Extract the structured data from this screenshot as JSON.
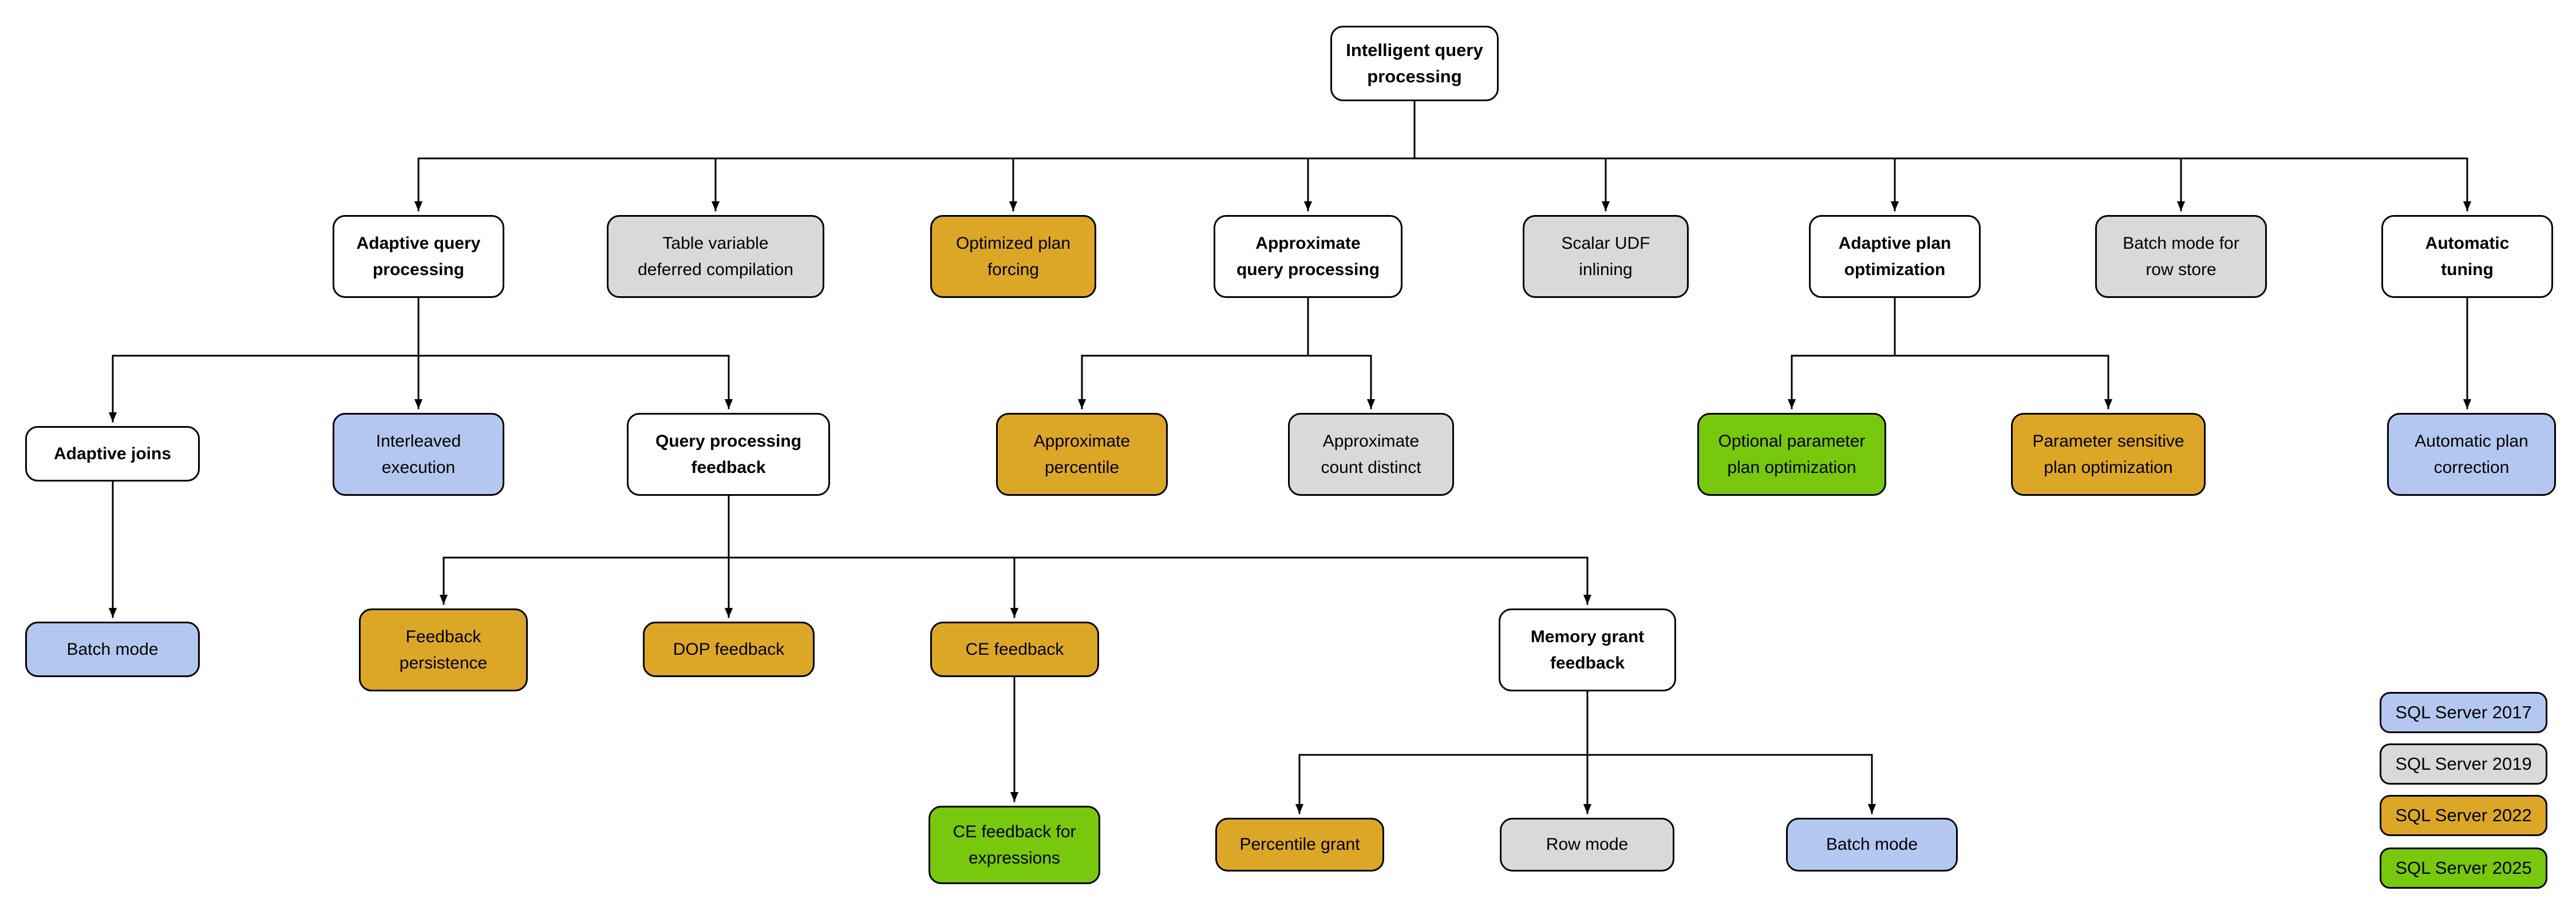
{
  "diagram_title": "Intelligent query processing",
  "version_colors": {
    "sql_server_2017": "#b4c7f0",
    "sql_server_2019": "#d9d9d9",
    "sql_server_2022": "#dca627",
    "sql_server_2025": "#78c80d",
    "none": "#ffffff"
  },
  "nodes": {
    "root": {
      "label": "Intelligent query\nprocessing",
      "version": null,
      "color": "#ffffff"
    },
    "adaptive_query_processing": {
      "label": "Adaptive query\nprocessing",
      "version": null,
      "color": "#ffffff"
    },
    "table_variable": {
      "label": "Table variable\ndeferred compilation",
      "version": "2019",
      "color": "#d9d9d9"
    },
    "optimized_plan_forcing": {
      "label": "Optimized plan\nforcing",
      "version": "2022",
      "color": "#dca627"
    },
    "approximate_qp": {
      "label": "Approximate\nquery processing",
      "version": null,
      "color": "#ffffff"
    },
    "scalar_udf_inlining": {
      "label": "Scalar UDF\ninlining",
      "version": "2019",
      "color": "#d9d9d9"
    },
    "adaptive_plan_opt": {
      "label": "Adaptive plan\noptimization",
      "version": null,
      "color": "#ffffff"
    },
    "batch_mode_row_store": {
      "label": "Batch mode for\nrow store",
      "version": "2019",
      "color": "#d9d9d9"
    },
    "automatic_tuning": {
      "label": "Automatic\ntuning",
      "version": null,
      "color": "#ffffff"
    },
    "adaptive_joins": {
      "label": "Adaptive joins",
      "version": null,
      "color": "#ffffff"
    },
    "interleaved_execution": {
      "label": "Interleaved\nexecution",
      "version": "2017",
      "color": "#b4c7f0"
    },
    "qp_feedback": {
      "label": "Query processing\nfeedback",
      "version": null,
      "color": "#ffffff"
    },
    "approx_percentile": {
      "label": "Approximate\npercentile",
      "version": "2022",
      "color": "#dca627"
    },
    "approx_count_distinct": {
      "label": "Approximate\ncount distinct",
      "version": "2019",
      "color": "#d9d9d9"
    },
    "optional_param_plan_opt": {
      "label": "Optional parameter\nplan optimization",
      "version": "2025",
      "color": "#78c80d"
    },
    "param_sensitive_plan_opt": {
      "label": "Parameter sensitive\nplan optimization",
      "version": "2022",
      "color": "#dca627"
    },
    "automatic_plan_correction": {
      "label": "Automatic plan\ncorrection",
      "version": "2017",
      "color": "#b4c7f0"
    },
    "batch_mode_adaptive_joins": {
      "label": "Batch mode",
      "version": "2017",
      "color": "#b4c7f0"
    },
    "feedback_persistence": {
      "label": "Feedback\npersistence",
      "version": "2022",
      "color": "#dca627"
    },
    "dop_feedback": {
      "label": "DOP feedback",
      "version": "2022",
      "color": "#dca627"
    },
    "ce_feedback": {
      "label": "CE feedback",
      "version": "2022",
      "color": "#dca627"
    },
    "memory_grant_feedback": {
      "label": "Memory grant\nfeedback",
      "version": null,
      "color": "#ffffff"
    },
    "ce_feedback_expressions": {
      "label": "CE feedback for\nexpressions",
      "version": "2025",
      "color": "#78c80d"
    },
    "percentile_grant": {
      "label": "Percentile grant",
      "version": "2022",
      "color": "#dca627"
    },
    "row_mode": {
      "label": "Row mode",
      "version": "2019",
      "color": "#d9d9d9"
    },
    "batch_mode_memory_grant": {
      "label": "Batch mode",
      "version": "2017",
      "color": "#b4c7f0"
    }
  },
  "edges": [
    [
      "root",
      "adaptive_query_processing"
    ],
    [
      "root",
      "table_variable"
    ],
    [
      "root",
      "optimized_plan_forcing"
    ],
    [
      "root",
      "approximate_qp"
    ],
    [
      "root",
      "scalar_udf_inlining"
    ],
    [
      "root",
      "adaptive_plan_opt"
    ],
    [
      "root",
      "batch_mode_row_store"
    ],
    [
      "root",
      "automatic_tuning"
    ],
    [
      "adaptive_query_processing",
      "adaptive_joins"
    ],
    [
      "adaptive_query_processing",
      "interleaved_execution"
    ],
    [
      "adaptive_query_processing",
      "qp_feedback"
    ],
    [
      "approximate_qp",
      "approx_percentile"
    ],
    [
      "approximate_qp",
      "approx_count_distinct"
    ],
    [
      "adaptive_plan_opt",
      "optional_param_plan_opt"
    ],
    [
      "adaptive_plan_opt",
      "param_sensitive_plan_opt"
    ],
    [
      "automatic_tuning",
      "automatic_plan_correction"
    ],
    [
      "adaptive_joins",
      "batch_mode_adaptive_joins"
    ],
    [
      "qp_feedback",
      "feedback_persistence"
    ],
    [
      "qp_feedback",
      "dop_feedback"
    ],
    [
      "qp_feedback",
      "ce_feedback"
    ],
    [
      "qp_feedback",
      "memory_grant_feedback"
    ],
    [
      "ce_feedback",
      "ce_feedback_expressions"
    ],
    [
      "memory_grant_feedback",
      "percentile_grant"
    ],
    [
      "memory_grant_feedback",
      "row_mode"
    ],
    [
      "memory_grant_feedback",
      "batch_mode_memory_grant"
    ]
  ],
  "legend": {
    "items": [
      {
        "label": "SQL Server 2017",
        "color": "#b4c7f0"
      },
      {
        "label": "SQL Server 2019",
        "color": "#d9d9d9"
      },
      {
        "label": "SQL Server 2022",
        "color": "#dca627"
      },
      {
        "label": "SQL Server 2025",
        "color": "#78c80d"
      }
    ]
  }
}
